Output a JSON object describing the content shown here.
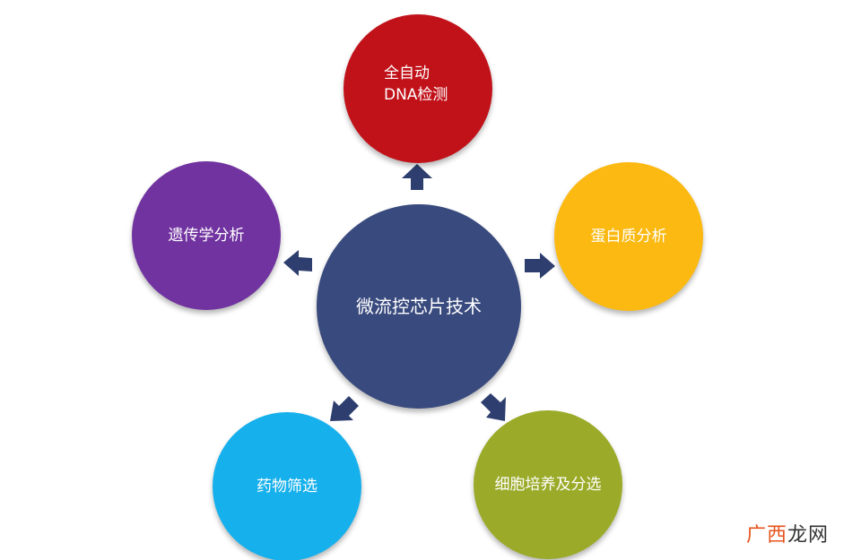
{
  "diagram": {
    "center": {
      "label": "微流控芯片技术",
      "color": "#394a7e"
    },
    "satellites": [
      {
        "id": "top",
        "lines": [
          "全自动",
          "DNA检测"
        ],
        "color": "#c1121a"
      },
      {
        "id": "left",
        "lines": [
          "遗传学分析"
        ],
        "color": "#7133a0"
      },
      {
        "id": "right",
        "lines": [
          "蛋白质分析"
        ],
        "color": "#fbb911"
      },
      {
        "id": "bottom-left",
        "lines": [
          "药物筛选"
        ],
        "color": "#16b0ec"
      },
      {
        "id": "bottom-right",
        "lines": [
          "细胞培养及分选"
        ],
        "color": "#9bab29"
      }
    ],
    "arrow_color": "#2e3f6f"
  },
  "watermark": {
    "part1": "广西",
    "part2": "龙网"
  }
}
